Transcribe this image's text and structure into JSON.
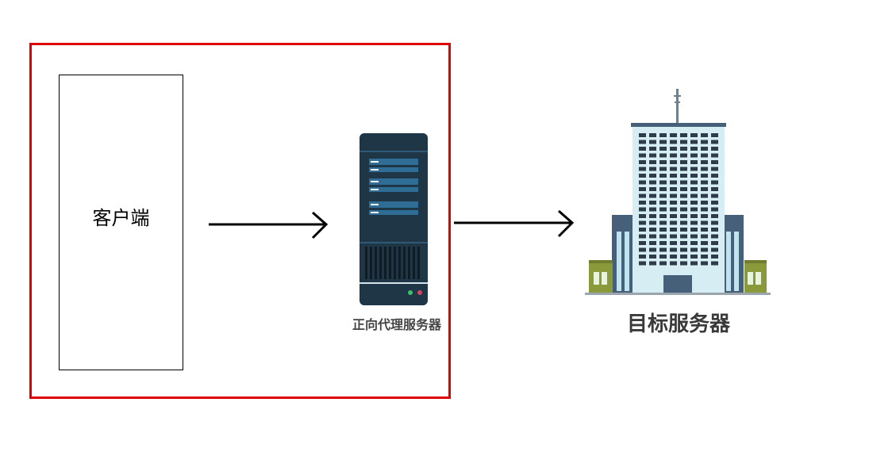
{
  "client": {
    "label": "客户端"
  },
  "proxy": {
    "label": "正向代理服务器",
    "icon": "server-icon"
  },
  "target": {
    "label": "目标服务器",
    "icon": "office-building-icon"
  },
  "colors": {
    "frame": "#e00000",
    "server_body": "#1f3646",
    "building_glass": "#d6edf3"
  }
}
